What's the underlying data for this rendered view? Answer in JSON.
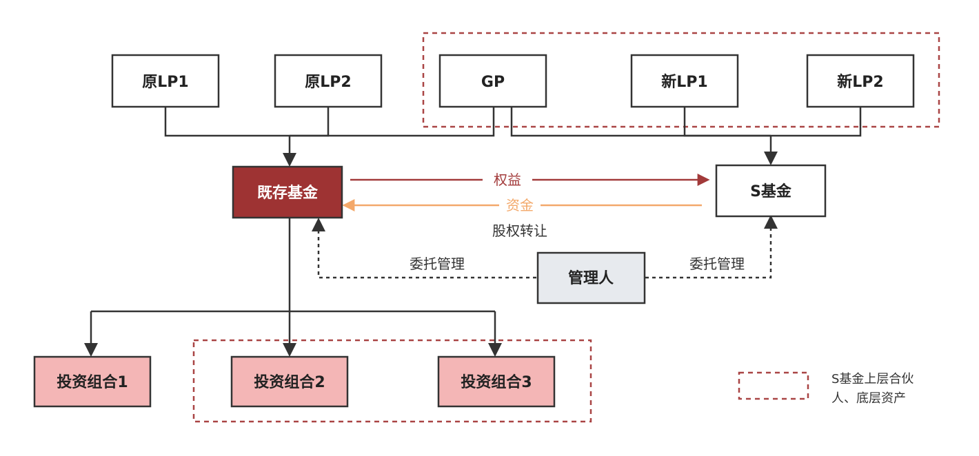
{
  "nodes": {
    "lp1": "原LP1",
    "lp2": "原LP2",
    "gp": "GP",
    "new_lp1": "新LP1",
    "new_lp2": "新LP2",
    "existing_fund": "既存基金",
    "s_fund": "S基金",
    "manager": "管理人",
    "portfolio1": "投资组合1",
    "portfolio2": "投资组合2",
    "portfolio3": "投资组合3"
  },
  "edges": {
    "equity": "权益",
    "capital": "资金",
    "equity_transfer": "股权转让",
    "entrust_left": "委托管理",
    "entrust_right": "委托管理"
  },
  "legend": {
    "line1": "S基金上层合伙",
    "line2": "人、底层资产"
  },
  "colors": {
    "existing_fund_fill": "#9e3333",
    "portfolio_fill": "#f4b6b6",
    "manager_fill": "#e7eaee",
    "equity_arrow": "#a23a3a",
    "capital_arrow": "#f3a86a",
    "group_border": "#a94444"
  }
}
